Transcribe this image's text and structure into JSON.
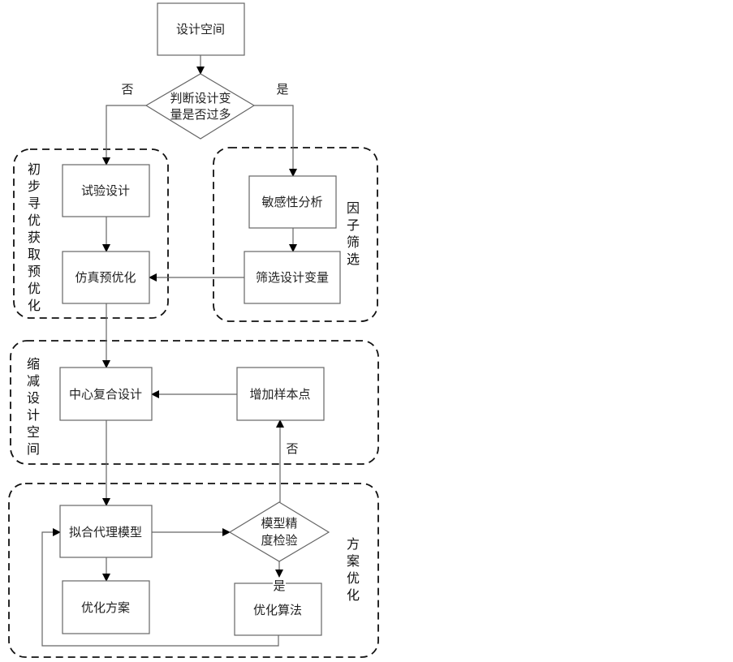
{
  "nodes": {
    "design_space": "设计空间",
    "decision_vars": [
      "判断设计变",
      "量是否过多"
    ],
    "doe": "试验设计",
    "sim_preopt": "仿真预优化",
    "sensitivity": "敏感性分析",
    "screen_vars": "筛选设计变量",
    "ccd": "中心复合设计",
    "add_samples": "增加样本点",
    "surrogate": "拟合代理模型",
    "accuracy_check": [
      "模型精",
      "度检验"
    ],
    "opt_scheme": "优化方案",
    "opt_algorithm": "优化算法"
  },
  "edge_labels": {
    "no_1": "否",
    "yes_1": "是",
    "no_2": "否",
    "yes_2": "是"
  },
  "groups": {
    "preliminary": "初步寻优获取预优化",
    "factor_screening": "因子筛选",
    "reduce_space": "缩减设计空间",
    "scheme_opt": "方案优化"
  }
}
